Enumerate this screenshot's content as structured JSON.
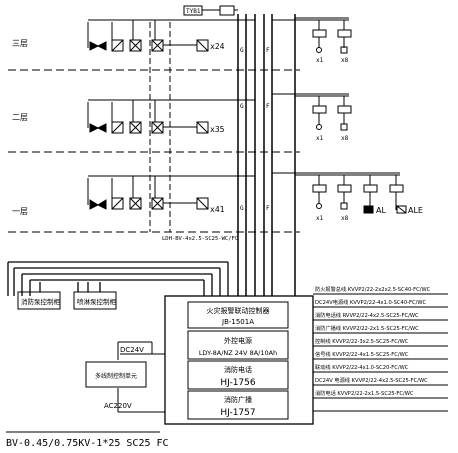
{
  "floors": [
    {
      "label": "三层",
      "count": "x24"
    },
    {
      "label": "二层",
      "count": "x35"
    },
    {
      "label": "一层",
      "count": "x41"
    }
  ],
  "side": {
    "top_box": "TYB1",
    "col_box": "TYB1",
    "groups": [
      {
        "marks": [
          "x1",
          "x8"
        ]
      },
      {
        "marks": [
          "x1",
          "x8"
        ]
      },
      {
        "marks": [
          "x1",
          "x8"
        ]
      }
    ],
    "al_label": "AL",
    "ale_label": "ALE"
  },
  "cable_vertical": "LDH-BV-4x2.5-SC25-WC/FC",
  "lower_left": {
    "pump_box": "消防泵控制柜",
    "fan_box": "喷淋泵控制柜",
    "dc_label": "DC24V",
    "ac_label": "AC220V",
    "power_box": "多线制控制单元"
  },
  "controller": {
    "title": "火灾报警联动控制器",
    "model": "JB-1501A",
    "power_title": "外控电源",
    "power_model": "LDY-8A/NZ 24V 8A/10Ah",
    "phone_title": "消防电话",
    "phone_model": "HJ-1756",
    "broadcast_title": "消防广播",
    "broadcast_model": "HJ-1757"
  },
  "cable_rows": [
    "防火报警总线 KVVP2/22-2x2x2.5-SC40-FC/WC",
    "DC24V电源线 KVVP2/22-4x1.0-SC40-FC/WC",
    "消防电话线 RVVP2/22-4x2.5-SC25-FC/WC",
    "消防广播线 KVVP2/22-2x1.5-SC25-FC/WC",
    "控制线 KVVP2/22-3x2.5-SC25-FC/WC",
    "信号线 KVVP2/22-4x1.5-SC25-FC/WC",
    "联动线 KVVP2/22-4x1.0-SC20-FC/WC",
    "DC24V 电源线 KVVP2/22-4x2.5-SC25-FC/WC",
    "消防电话 KVVP2/22-2x1.5-SC25-FC/WC"
  ],
  "bottom_label": "BV-0.45/0.75KV-1*25 SC25 FC"
}
